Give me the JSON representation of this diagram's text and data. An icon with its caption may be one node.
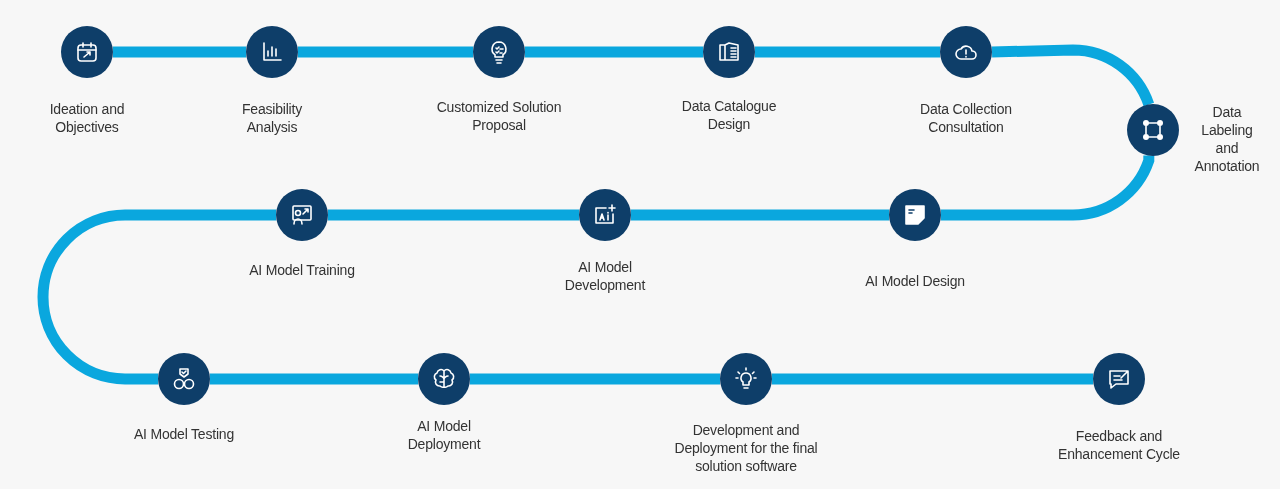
{
  "diagram": {
    "nodes": [
      {
        "text": [
          "Ideation and Objectives"
        ]
      },
      {
        "text": [
          "Feasibility Analysis"
        ]
      },
      {
        "text": [
          "Customized Solution Proposal"
        ]
      },
      {
        "text": [
          "Data Catalogue Design"
        ]
      },
      {
        "text": [
          "Data Collection Consultation"
        ]
      },
      {
        "text": [
          "Data Labeling and Annotation"
        ]
      },
      {
        "text": [
          "AI Model Design"
        ]
      },
      {
        "text": [
          "AI Model Development"
        ]
      },
      {
        "text": [
          "AI Model Training"
        ]
      },
      {
        "text": [
          "AI Model Testing"
        ]
      },
      {
        "text": [
          "AI Model Deployment"
        ]
      },
      {
        "text": [
          "Development and Deployment for the final solution software"
        ]
      },
      {
        "text": [
          "Feedback and Enhancement Cycle"
        ]
      }
    ],
    "edges": [
      {
        "from": 0,
        "to": 1,
        "arrow": "none"
      },
      {
        "from": 1,
        "to": 2,
        "arrow": "none"
      },
      {
        "from": 2,
        "to": 3,
        "arrow": "none"
      },
      {
        "from": 3,
        "to": 4,
        "arrow": "none"
      },
      {
        "from": 4,
        "to": 5,
        "arrow": "none"
      },
      {
        "from": 5,
        "to": 6,
        "arrow": "none"
      },
      {
        "from": 6,
        "to": 7,
        "arrow": "none"
      },
      {
        "from": 7,
        "to": 8,
        "arrow": "none"
      },
      {
        "from": 8,
        "to": 9,
        "arrow": "none"
      },
      {
        "from": 9,
        "to": 10,
        "arrow": "none"
      },
      {
        "from": 10,
        "to": 11,
        "arrow": "none"
      },
      {
        "from": 11,
        "to": 12,
        "arrow": "none"
      }
    ]
  }
}
